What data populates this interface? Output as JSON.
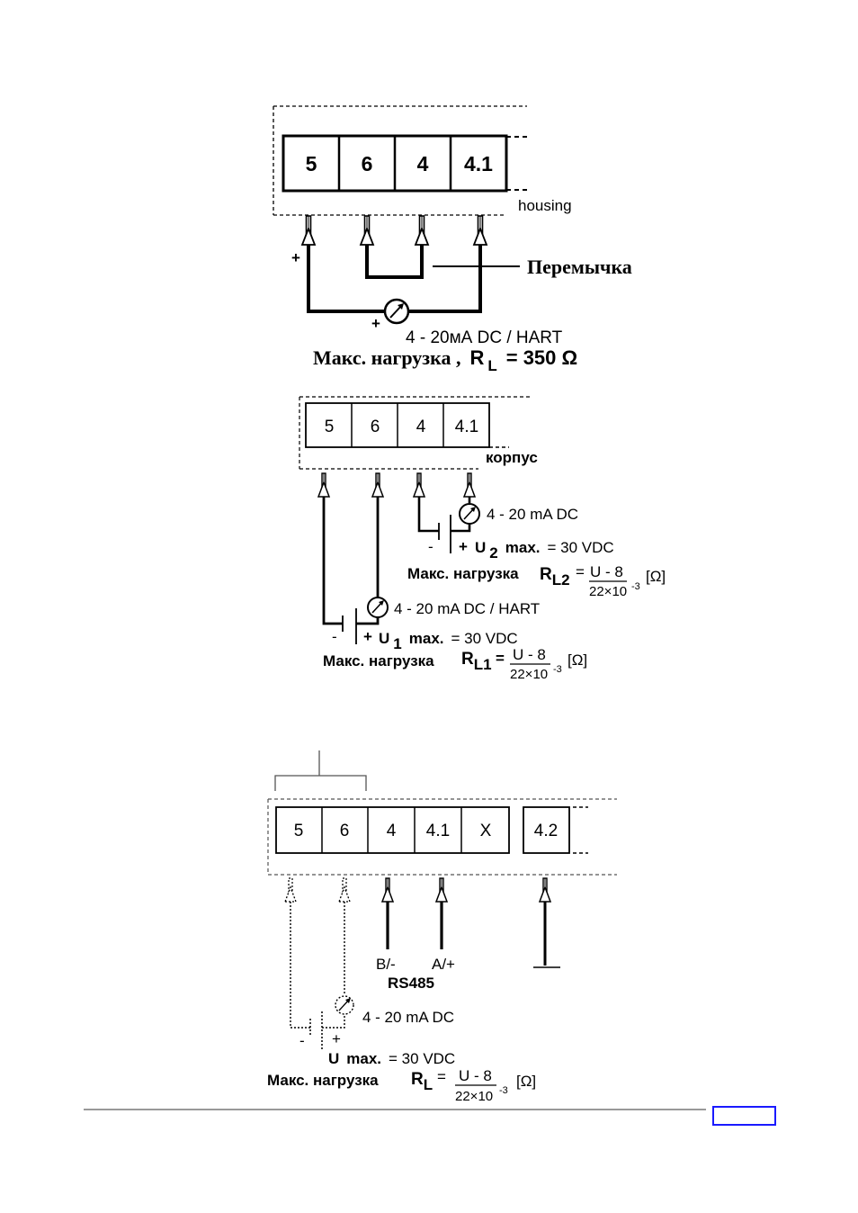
{
  "diagram1": {
    "terminals": [
      "5",
      "6",
      "4",
      "4.1"
    ],
    "housing_label": "housing",
    "jumper_label": "Перемычка",
    "plus_terminal": "+",
    "plus_meter": "+",
    "signal_label": "4 - 20мА DC / HART",
    "load_prefix": "Макс. нагрузка ,",
    "load_symbol": "R",
    "load_sub": "L",
    "load_value": "= 350 Ω"
  },
  "diagram2": {
    "terminals": [
      "5",
      "6",
      "4",
      "4.1"
    ],
    "housing_label": "корпус",
    "loop2": {
      "signal_label": "4 - 20 mA DC",
      "minus": "-",
      "plus": "+",
      "u_symbol": "U",
      "u_sub": "2",
      "u_max_word": "max.",
      "u_value": "= 30 VDC",
      "load_prefix": "Макс. нагрузка",
      "r_symbol": "R",
      "r_sub": "L2",
      "eq": "=",
      "num": "U - 8",
      "den": "22×10",
      "exp": "-3",
      "unit": "[Ω]"
    },
    "loop1": {
      "signal_label": "4 - 20 mA DC / HART",
      "minus": "-",
      "plus": "+",
      "u_symbol": "U",
      "u_sub": "1",
      "u_max_word": "max.",
      "u_value": "= 30 VDC",
      "load_prefix": "Макс. нагрузка",
      "r_symbol": "R",
      "r_sub": "L1",
      "eq": "=",
      "num": "U - 8",
      "den": "22×10",
      "exp": "-3",
      "unit": "[Ω]"
    }
  },
  "diagram3": {
    "terminals": [
      "5",
      "6",
      "4",
      "4.1",
      "X",
      "4.2"
    ],
    "b_label": "B/-",
    "a_label": "A/+",
    "bus_label": "RS485",
    "signal_label": "4 - 20 mA DC",
    "minus": "-",
    "plus": "+",
    "u_symbol": "U",
    "u_max_word": "max.",
    "u_value": "= 30 VDC",
    "load_prefix": "Макс. нагрузка",
    "r_symbol": "R",
    "r_sub": "L",
    "eq": "=",
    "num": "U - 8",
    "den": "22×10",
    "exp": "-3",
    "unit": "[Ω]"
  },
  "footer": {
    "accent_color": "#1a1aff"
  }
}
